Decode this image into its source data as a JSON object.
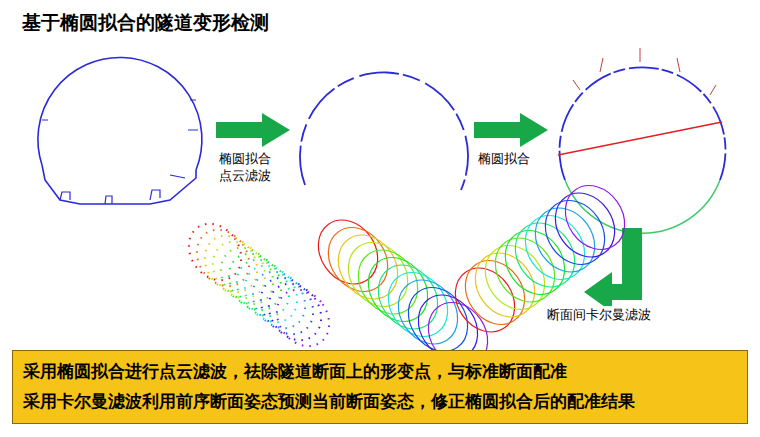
{
  "diagram": {
    "title": "基于椭圆拟合的隧道变形检测",
    "nodes": [
      {
        "text": [
          "采用椭圆拟合进行点云滤波，祛除隧道断面上的形变点，与标准断面配准",
          "采用卡尔曼滤波利用前序断面姿态预测当前断面姿态，修正椭圆拟合后的配准结果"
        ]
      }
    ],
    "labels": [
      "椭圆拟合 点云滤波",
      "椭圆拟合",
      "断面间卡尔曼滤波"
    ]
  }
}
